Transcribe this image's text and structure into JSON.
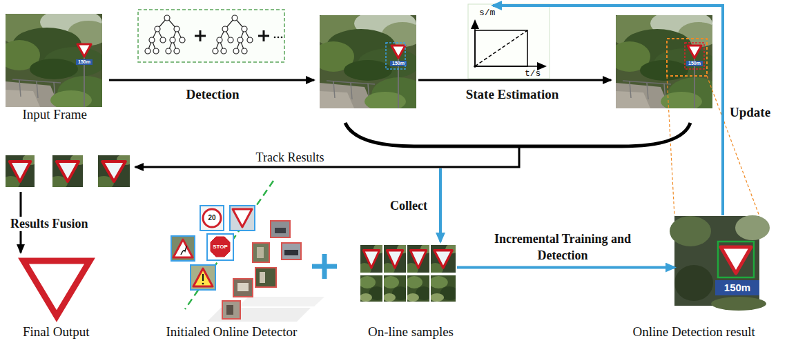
{
  "diagram": {
    "nodes": [
      {
        "text": [
          "Input Frame"
        ]
      },
      {
        "text": [
          "Final Output"
        ]
      },
      {
        "text": [
          "Initialed Online Detector"
        ]
      },
      {
        "text": [
          "On-line samples"
        ]
      },
      {
        "text": [
          "Online Detection result"
        ]
      }
    ],
    "edges": [
      {
        "from": 3,
        "to": 4,
        "arrow": "to",
        "label": "Incremental Training and Detection"
      }
    ],
    "labels": [
      "Detection",
      "State Estimation",
      "Update",
      "Track Results",
      "Collect",
      "Results Fusion",
      "s/m",
      "t/s",
      "150m",
      "150m",
      "150m",
      "150m",
      "20",
      "STOP"
    ]
  }
}
